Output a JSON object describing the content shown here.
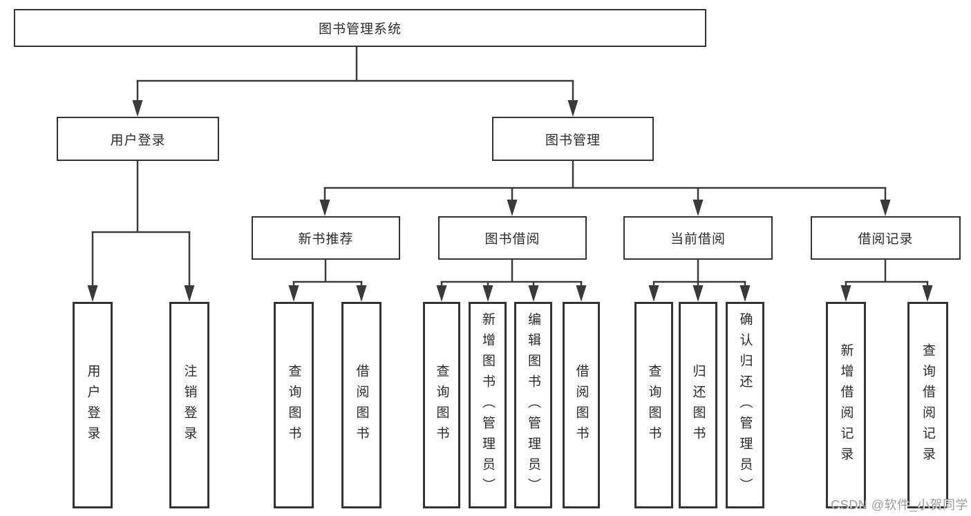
{
  "diagram": {
    "tree": {
      "label": "图书管理系统",
      "children": [
        {
          "label": "用户登录",
          "children": [
            {
              "label": "用户登录"
            },
            {
              "label": "注销登录"
            }
          ]
        },
        {
          "label": "图书管理",
          "children": [
            {
              "label": "新书推荐",
              "children": [
                {
                  "label": "查询图书"
                },
                {
                  "label": "借阅图书"
                }
              ]
            },
            {
              "label": "图书借阅",
              "children": [
                {
                  "label": "查询图书"
                },
                {
                  "label": "新增图书（管理员）"
                },
                {
                  "label": "编辑图书（管理员）"
                },
                {
                  "label": "借阅图书"
                }
              ]
            },
            {
              "label": "当前借阅",
              "children": [
                {
                  "label": "查询图书"
                },
                {
                  "label": "归还图书"
                },
                {
                  "label": "确认归还（管理员）"
                }
              ]
            },
            {
              "label": "借阅记录",
              "children": [
                {
                  "label": "新增借阅记录"
                },
                {
                  "label": "查询借阅记录"
                }
              ]
            }
          ]
        }
      ]
    },
    "colors": {
      "line": "#3a3a3a",
      "border": "#333333",
      "text": "#2b2b2b",
      "watermark_text_color": "#9c9c9c",
      "background": "#ffffff"
    },
    "watermark": "CSDN @软件_小贺同学"
  }
}
